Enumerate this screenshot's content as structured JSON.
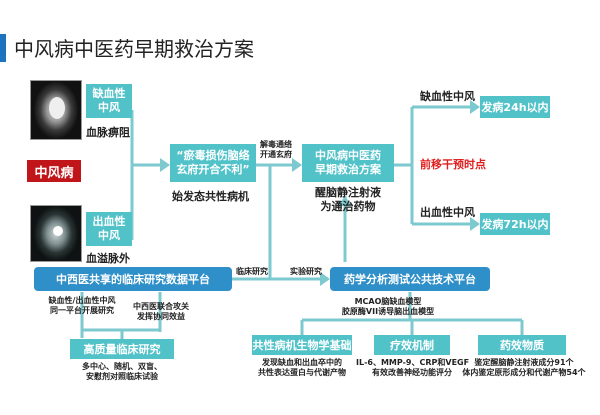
{
  "title": "中风病中医药早期救治方案",
  "left": {
    "ischemic": {
      "line1": "缺血性",
      "line2": "中风",
      "sub": "血脉痹阻"
    },
    "stroke_label": "中风病",
    "hemorrhagic": {
      "line1": "出血性",
      "line2": "中风",
      "sub": "血溢脉外"
    }
  },
  "mechanism": {
    "text": "“瘀毒损伤脑络玄府开合不利”",
    "sub": "始发态共性病机"
  },
  "arrow_label": {
    "line1": "解毒通络",
    "line2": "开通玄府"
  },
  "plan": {
    "text": "中风病中医药早期救治方案",
    "sub_line1": "醒脑静注射液",
    "sub_line2": "为通治药物"
  },
  "right": {
    "ischemic_label": "缺血性中风",
    "ischemic_time": "发病24h以内",
    "forward": "前移干预时点",
    "hemorrhagic_label": "出血性中风",
    "hemorrhagic_time": "发病72h以内"
  },
  "platform_left": {
    "title": "中西医共享的临床研究数据平台",
    "note1_line1": "缺血性/出血性中风",
    "note1_line2": "同一平台开展研究",
    "note2_line1": "中西医联合攻关",
    "note2_line2": "发挥协同效益",
    "quality": "高质量临床研究",
    "quality_sub1": "多中心、随机、双盲、",
    "quality_sub2": "安慰剂对照临床试验"
  },
  "connector": {
    "clinical": "临床研究",
    "experimental": "实验研究"
  },
  "platform_right": {
    "title": "药学分析测试公共技术平台",
    "model_line1": "MCAO脑缺血模型",
    "model_line2": "胶原酶VII诱导脑出血模型"
  },
  "bottom": {
    "b1_title": "共性病机生物学基础",
    "b1_sub1": "发现缺血和出血卒中的",
    "b1_sub2": "共性表达蛋白与代谢产物",
    "b2_title": "疗效机制",
    "b2_sub1": "IL-6、MMP-9、CRP和VEGF",
    "b2_sub2": "有效改善神经功能评分",
    "b3_title": "药效物质",
    "b3_sub1": "鉴定醒脑静注射液成分91个",
    "b3_sub2": "体内鉴定原形成分和代谢产物54个"
  },
  "colors": {
    "blue": "#2f8fc8",
    "teal": "#52c2c9",
    "line": "#7cc9cf",
    "red": "#e02020",
    "dark_red": "#c0161a"
  }
}
